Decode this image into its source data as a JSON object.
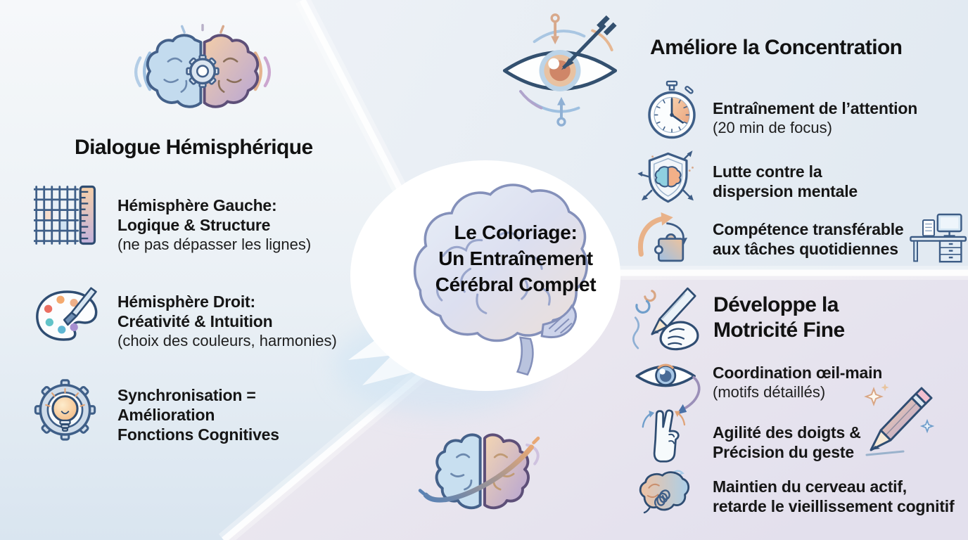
{
  "center": {
    "title_line1": "Le Coloriage:",
    "title_line2": "Un Entraînement",
    "title_line3": "Cérébral Complet",
    "icon": "brain-side-illustration"
  },
  "left_section": {
    "heading": "Dialogue Hémisphérique",
    "section_icon": "brain-gear-waves-icon",
    "item1": {
      "icon": "grid-ruler-icon",
      "line1": "Hémisphère Gauche:",
      "line2": "Logique & Structure",
      "note": "(ne pas dépasser les lignes)"
    },
    "item2": {
      "icon": "palette-brush-icon",
      "line1": "Hémisphère Droit:",
      "line2": "Créativité & Intuition",
      "note": "(choix des couleurs, harmonies)"
    },
    "item3": {
      "icon": "gear-lightbulb-icon",
      "line1": "Synchronisation =",
      "line2": "Amélioration",
      "line3": "Fonctions Cognitives"
    }
  },
  "top_right_section": {
    "heading": "Améliore la Concentration",
    "section_icon": "eye-target-arrow-icon",
    "item1": {
      "icon": "stopwatch-icon",
      "line1": "Entraînement de l’attention",
      "note": "(20 min de focus)"
    },
    "item2": {
      "icon": "shield-brain-arrows-icon",
      "line1": "Lutte contre la",
      "line2": "dispersion mentale"
    },
    "item3": {
      "icon": "transfer-puzzle-icon",
      "icon_right": "desk-computer-icon",
      "line1": "Compétence transférable",
      "line2": "aux tâches quotidiennes"
    }
  },
  "bottom_right_section": {
    "heading_line1": "Développe la",
    "heading_line2": "Motricité Fine",
    "section_icon": "hand-pencil-swirls-icon",
    "item1": {
      "icon": "eye-curved-arrow-icon",
      "line1": "Coordination œil-main",
      "note": "(motifs détaillés)"
    },
    "item2": {
      "icon": "two-fingers-hand-icon",
      "icon_right": "pencil-sparkles-icon",
      "line1": "Agilité des doigts &",
      "line2": "Précision du geste"
    },
    "item3": {
      "icon": "brain-scribble-icon",
      "line1": "Maintien du cerveau actif,",
      "line2": "retarde le vieillissement cognitif"
    }
  },
  "bottom_center_icon": "brain-orbit-ring-icon",
  "colors": {
    "outline_navy": "#2f4d72",
    "accent_orange": "#e9b289",
    "accent_blue": "#a9c8e6",
    "accent_purple": "#b7a6d6",
    "bg_top_right": "#e4ebf3",
    "bg_bottom_right": "#e6e3ee",
    "bg_bottom_left": "#dde8f1",
    "bg_top_left": "#f5f7f9",
    "center_circle": "#ffffff",
    "text": "#141414"
  }
}
